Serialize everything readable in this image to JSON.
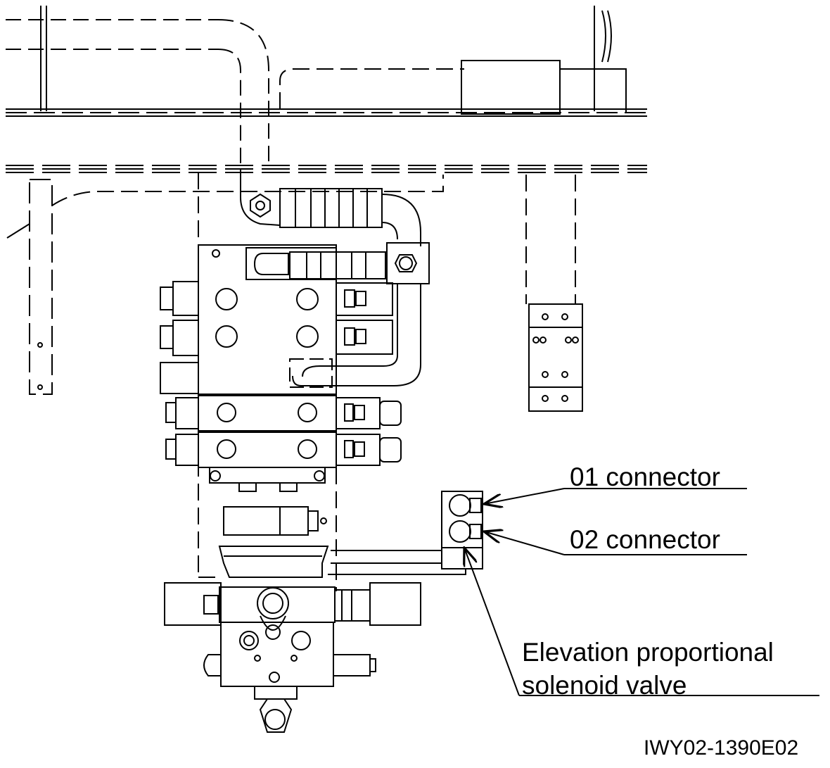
{
  "callouts": {
    "connector_01": "01 connector",
    "connector_02": "02 connector",
    "solenoid_line1": "Elevation proportional",
    "solenoid_line2": "solenoid valve"
  },
  "figure_code": "IWY02-1390E02",
  "colors": {
    "line": "#000000",
    "background": "#ffffff"
  }
}
